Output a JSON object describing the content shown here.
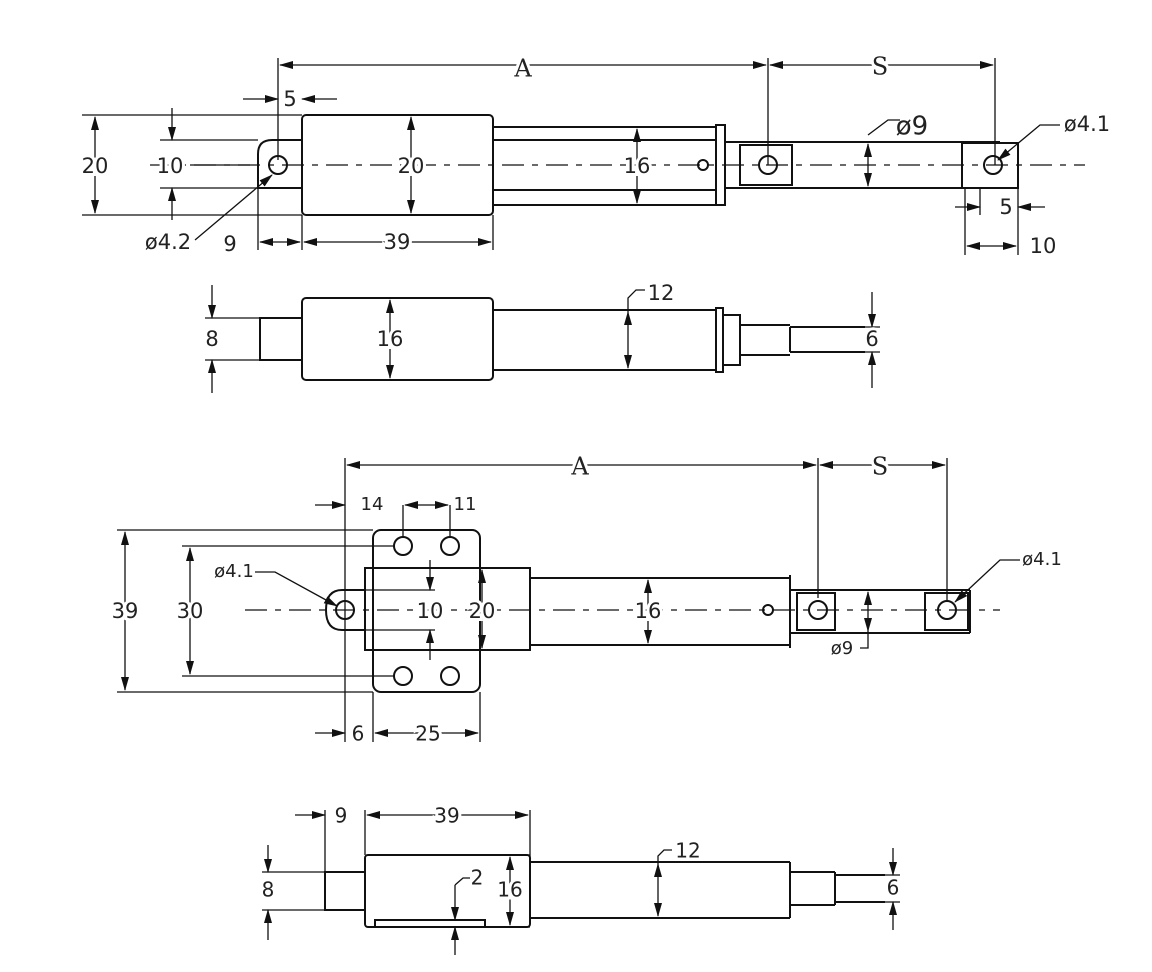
{
  "title": "Linear actuator dimension drawing",
  "view_top_1": {
    "A": "A",
    "S": "S",
    "h20": "20",
    "h10": "10",
    "body20": "20",
    "tube16": "16",
    "rod_dia": "ø9",
    "hole_right": "ø4.1",
    "top5": "5",
    "hole_left": "ø4.2",
    "w9": "9",
    "w39": "39",
    "r5": "5",
    "r10": "10"
  },
  "view_side_1": {
    "h8": "8",
    "body16": "16",
    "tube12": "12",
    "rod6": "6"
  },
  "view_top_2": {
    "A": "A",
    "S": "S",
    "h39": "39",
    "h30": "30",
    "hole_left": "ø4.1",
    "w14": "14",
    "w11": "11",
    "h10": "10",
    "h20": "20",
    "tube16": "16",
    "rod_dia": "ø9",
    "hole_right": "ø4.1",
    "w6": "6",
    "w25": "25"
  },
  "view_side_2": {
    "w9": "9",
    "w39": "39",
    "h8": "8",
    "slot2": "2",
    "body16": "16",
    "tube12": "12",
    "rod6": "6"
  }
}
